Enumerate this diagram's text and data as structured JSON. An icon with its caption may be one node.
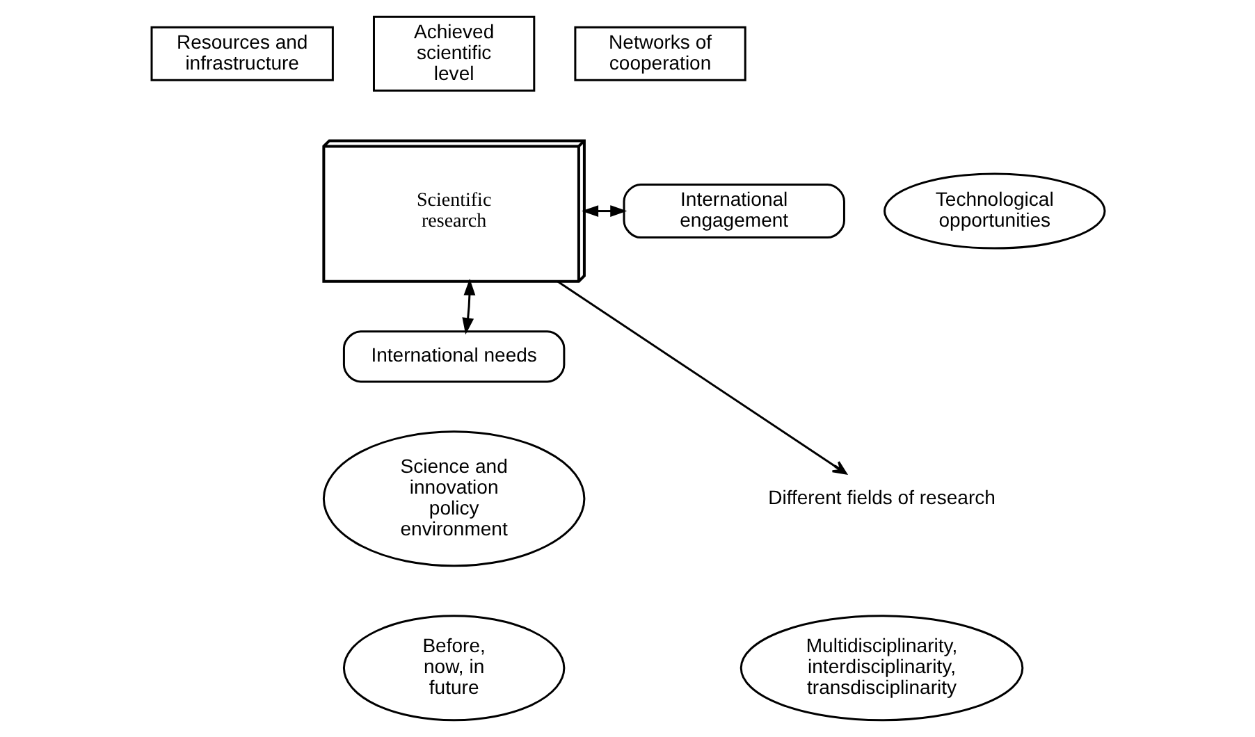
{
  "diagram": {
    "nodes": [
      {
        "text": [
          "Resources and infrastructure"
        ]
      },
      {
        "text": [
          "Achieved scientific level"
        ]
      },
      {
        "text": [
          "Networks of cooperation"
        ]
      },
      {
        "text": [
          "Technological opportunities"
        ]
      },
      {
        "text": [
          "Scientific research"
        ]
      },
      {
        "text": [
          "International engagement"
        ]
      },
      {
        "text": [
          "International needs"
        ]
      },
      {
        "text": [
          "Different fields of research"
        ]
      },
      {
        "text": [
          "Science and innovation policy environment"
        ]
      },
      {
        "text": [
          "Multidisciplinarity, interdisciplinarity, transdisciplinarity"
        ]
      },
      {
        "text": [
          "Before, now, in future"
        ]
      }
    ],
    "edges": [
      {
        "from": 4,
        "to": 5,
        "arrow": "both"
      },
      {
        "from": 4,
        "to": 6,
        "arrow": "both"
      },
      {
        "from": 4,
        "to": 7,
        "arrow": "to"
      }
    ]
  }
}
